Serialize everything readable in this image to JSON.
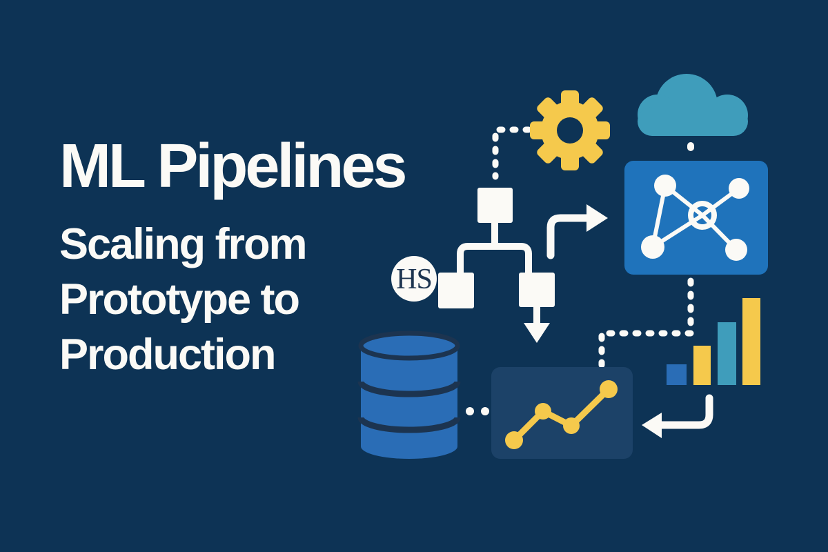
{
  "title": {
    "heading": "ML Pipelines",
    "subtitle_lines": [
      "Scaling from",
      "Prototype to",
      "Production"
    ]
  },
  "badge": {
    "label": "HS"
  },
  "colors": {
    "bg": "#0d3355",
    "white": "#fbfaf6",
    "yellow": "#f5c94c",
    "teal": "#3f9dbb",
    "blue": "#2a6db6",
    "brightblue": "#1f73bb",
    "panel": "#1c4268",
    "ink": "#1c3450"
  },
  "illustration": {
    "icons": [
      "gear-icon",
      "cloud-icon",
      "network-icon",
      "flowchart-icon",
      "hs-badge",
      "database-icon",
      "trend-line-chart-icon",
      "bar-chart-icon",
      "dotted-connector",
      "elbow-arrow-right-icon",
      "elbow-arrow-left-icon",
      "down-arrow-icon"
    ],
    "bar_colors_left_to_right": [
      "blue",
      "yellow",
      "teal",
      "yellow"
    ],
    "trend_line_point_count": 4
  }
}
